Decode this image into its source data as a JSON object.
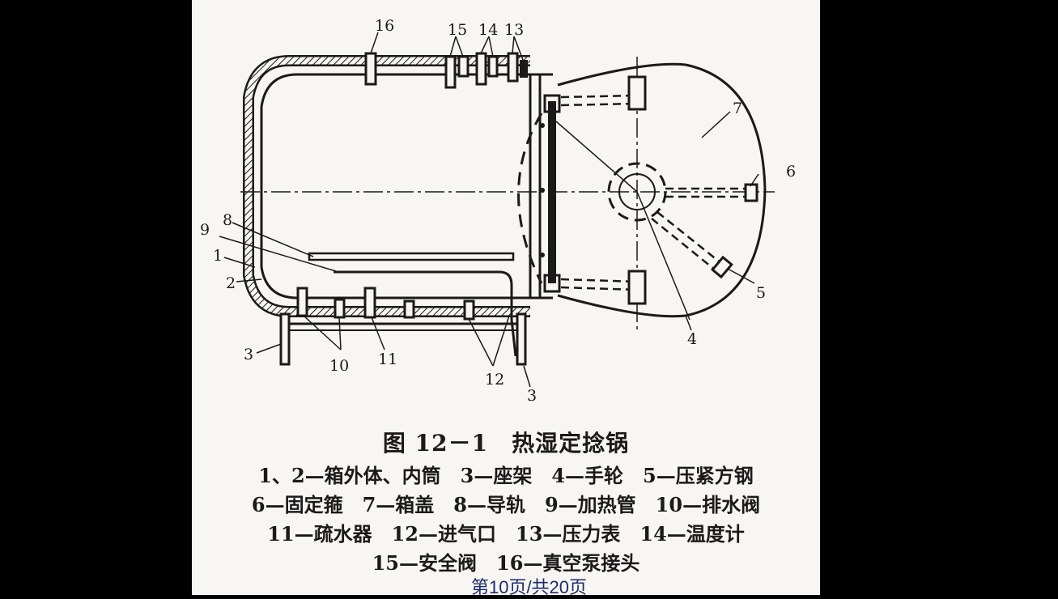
{
  "diagram": {
    "part_labels": {
      "p1": "1",
      "p2": "2",
      "p3a": "3",
      "p3b": "3",
      "p4": "4",
      "p5": "5",
      "p6": "6",
      "p7": "7",
      "p8": "8",
      "p9": "9",
      "p10": "10",
      "p11": "11",
      "p12": "12",
      "p13": "13",
      "p14": "14",
      "p15": "15",
      "p16": "16"
    }
  },
  "caption": {
    "title": "图 12－1　热湿定捻锅",
    "legend_lines": [
      "1、2—箱外体、内筒　3—座架　4—手轮　5—压紧方钢",
      "6—固定箍　7—箱盖　8—导轨　9—加热管　10—排水阀",
      "11—疏水器　12—进气口　13—压力表　14—温度计",
      "15—安全阀　16—真空泵接头"
    ]
  },
  "footer": {
    "page_number": "第10页/共20页"
  },
  "colors": {
    "background": "#000000",
    "slide": "#f7f6f2",
    "ink": "#1a1a1a",
    "page_number": "#1e2a6e"
  }
}
